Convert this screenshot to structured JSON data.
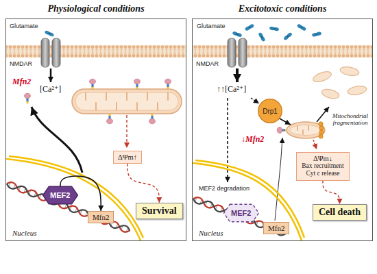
{
  "diagram": {
    "nodes": [
      {
        "text": [
          "Physiological conditions"
        ]
      },
      {
        "text": [
          "MEF2"
        ],
        "in": 0
      },
      {
        "text": [
          "Mfn2"
        ],
        "in": 0
      },
      {
        "text": [
          "ΔΨm↑"
        ],
        "in": 0
      },
      {
        "text": [
          "Survival"
        ],
        "in": 0
      },
      {
        "text": [
          "Excitotoxic conditions"
        ]
      },
      {
        "text": [
          "Drp1"
        ],
        "in": 5
      },
      {
        "text": [
          "ΔΨm↓",
          "Bax recruitment Cyt c release"
        ],
        "in": 5
      },
      {
        "text": [
          "MEF2"
        ],
        "in": 5
      },
      {
        "text": [
          "Mfn2"
        ],
        "in": 5
      },
      {
        "text": [
          "Cell death"
        ],
        "in": 5
      }
    ],
    "edges": [
      {
        "from": 1,
        "to": 2,
        "arrow": "to"
      },
      {
        "from": 3,
        "to": 4,
        "arrow": "to"
      },
      {
        "from": 7,
        "to": 10,
        "arrow": "to"
      }
    ],
    "labels": [
      "Glutamate",
      "NMDAR",
      "[Ca²⁺]",
      "Mfn2",
      "Nucleus",
      "Glutamate",
      "NMDAR",
      "↑↑[Ca²⁺]",
      "Mitochondrial fragmentation",
      "↓Mfn2",
      "MEF2 degradation",
      "Nucleus"
    ]
  }
}
